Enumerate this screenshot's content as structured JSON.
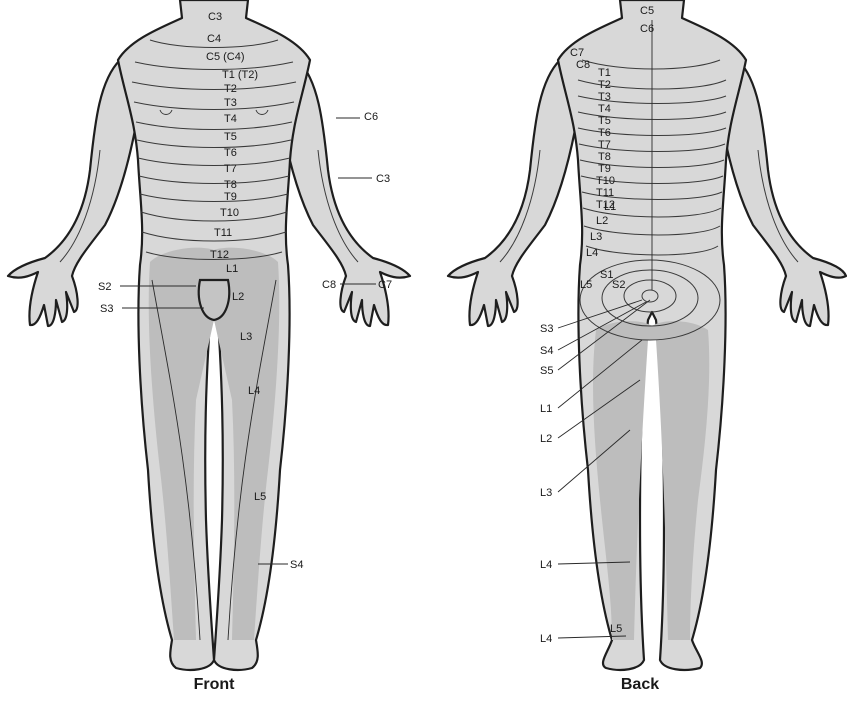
{
  "captions": {
    "front": "Front",
    "back": "Back"
  },
  "front_labels": {
    "c3": "C3",
    "c4": "C4",
    "c5": "C5 (C4)",
    "t1": "T1 (T2)",
    "t2": "T2",
    "t3": "T3",
    "t4": "T4",
    "t5": "T5",
    "t6": "T6",
    "t7": "T7",
    "t8": "T8",
    "t9": "T9",
    "t10": "T10",
    "t11": "T11",
    "t12": "T12",
    "l1": "L1",
    "l2": "L2",
    "l3": "L3",
    "l4": "L4",
    "l5": "L5",
    "s2": "S2",
    "s3": "S3",
    "s4": "S4",
    "c6": "C6",
    "c3_arm": "C3",
    "c8": "C8",
    "c7": "C7"
  },
  "back_labels": {
    "c5": "C5",
    "c6": "C6",
    "c7": "C7",
    "c8": "C8",
    "t1": "T1",
    "t2": "T2",
    "t3": "T3",
    "t4": "T4",
    "t5": "T5",
    "t6": "T6",
    "t7": "T7",
    "t8": "T8",
    "t9": "T9",
    "t10": "T10",
    "t11": "T11",
    "t12": "T12",
    "l1_spine": "L1",
    "l2_spine": "L2",
    "l3_spine": "L3",
    "l4_spine": "L4",
    "l5_spine": "L5",
    "s1": "S1",
    "s2": "S2",
    "s3": "S3",
    "s4": "S4",
    "s5": "S5",
    "l1": "L1",
    "l2": "L2",
    "l3": "L3",
    "l4_calf": "L4",
    "l4_foot": "L4",
    "l5_foot": "L5"
  }
}
